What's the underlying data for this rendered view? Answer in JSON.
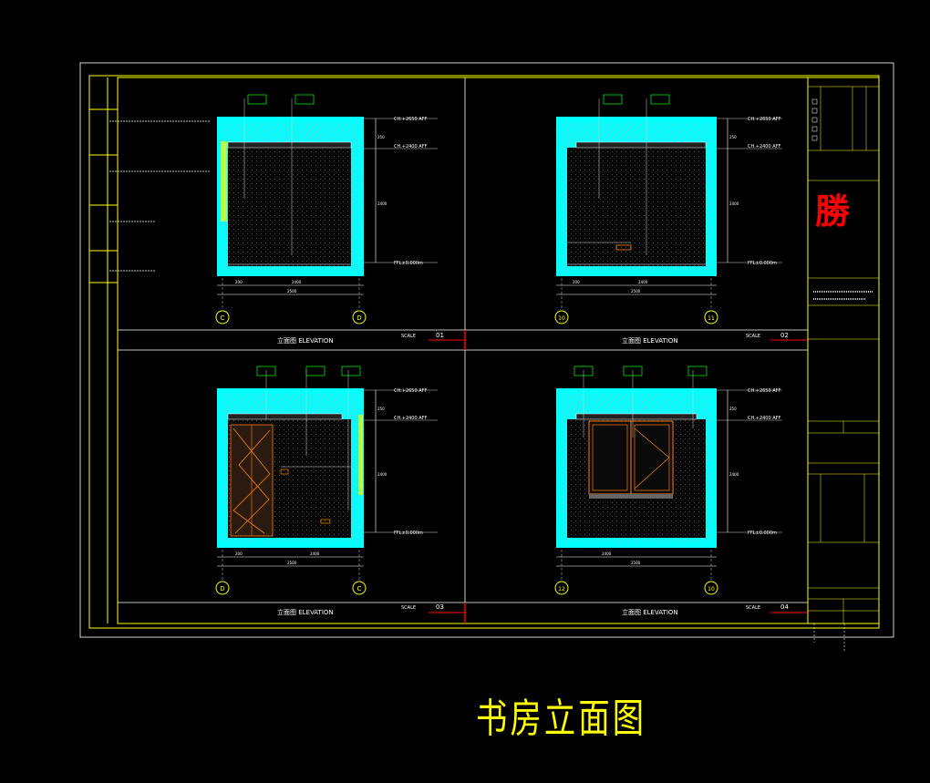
{
  "caption": "书房立面图",
  "panels": [
    {
      "title": "立面图 ELEVATION",
      "num": "01",
      "left_axis": "C",
      "right_axis": "D"
    },
    {
      "title": "立面图 ELEVATION",
      "num": "02",
      "left_axis": "10",
      "right_axis": "11"
    },
    {
      "title": "立面图 ELEVATION",
      "num": "03",
      "left_axis": "D",
      "right_axis": "C"
    },
    {
      "title": "立面图 ELEVATION",
      "num": "04",
      "left_axis": "12",
      "right_axis": "10"
    }
  ],
  "scale_label": "SCALE",
  "levels": {
    "ceiling1": "CH.+2650 AFF",
    "ceiling2": "CH.+2400 AFF",
    "floor": "FFL±0.000m"
  },
  "dims": {
    "total_width": "2500",
    "seg1": "200",
    "seg2": "2400",
    "height1": "250",
    "height2": "2400"
  },
  "title_block": {
    "logo_char": "勝"
  },
  "colors": {
    "frame": "#ffff00",
    "wall": "#00ffff",
    "accent": "#ff8000",
    "text": "#ffffff",
    "red": "#ff0000"
  }
}
